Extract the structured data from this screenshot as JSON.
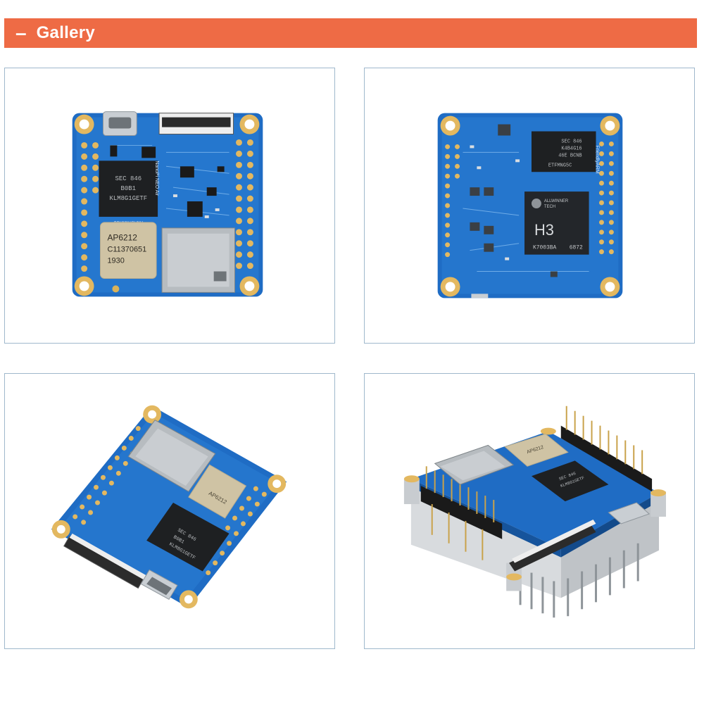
{
  "header": {
    "collapse_glyph": "–",
    "title": "Gallery",
    "accent_color": "#ee6b45"
  },
  "gallery": {
    "images": [
      {
        "chip_ap": [
          "AP6212",
          "C11370651",
          "1930"
        ],
        "chip_emmc": [
          "SEC 846",
          "B0B1",
          "KLM8G1GETF"
        ],
        "chip_emmc_rot": "HNM8MNNHGU",
        "silk_board": "NanoPi NEO Air"
      },
      {
        "chip_ram": [
          "SEC 846",
          "K4B4G16",
          "46E BCNB"
        ],
        "chip_ram_rot": "ETFMNG5C",
        "chip_soc_brand": [
          "ALLWINNER",
          "TECH"
        ],
        "chip_soc_model": "H3",
        "chip_soc_lot": [
          "K7003BA",
          "6872"
        ],
        "silk_board": "FriendlyARM"
      },
      {
        "chip_ap": "AP6212",
        "chip_emmc": [
          "SEC 846",
          "B0B1",
          "KLM8G1GETF"
        ]
      },
      {
        "chip_ap": "AP6212",
        "chip_emmc": [
          "SEC 846",
          "KLM8G1GETF"
        ]
      }
    ]
  }
}
